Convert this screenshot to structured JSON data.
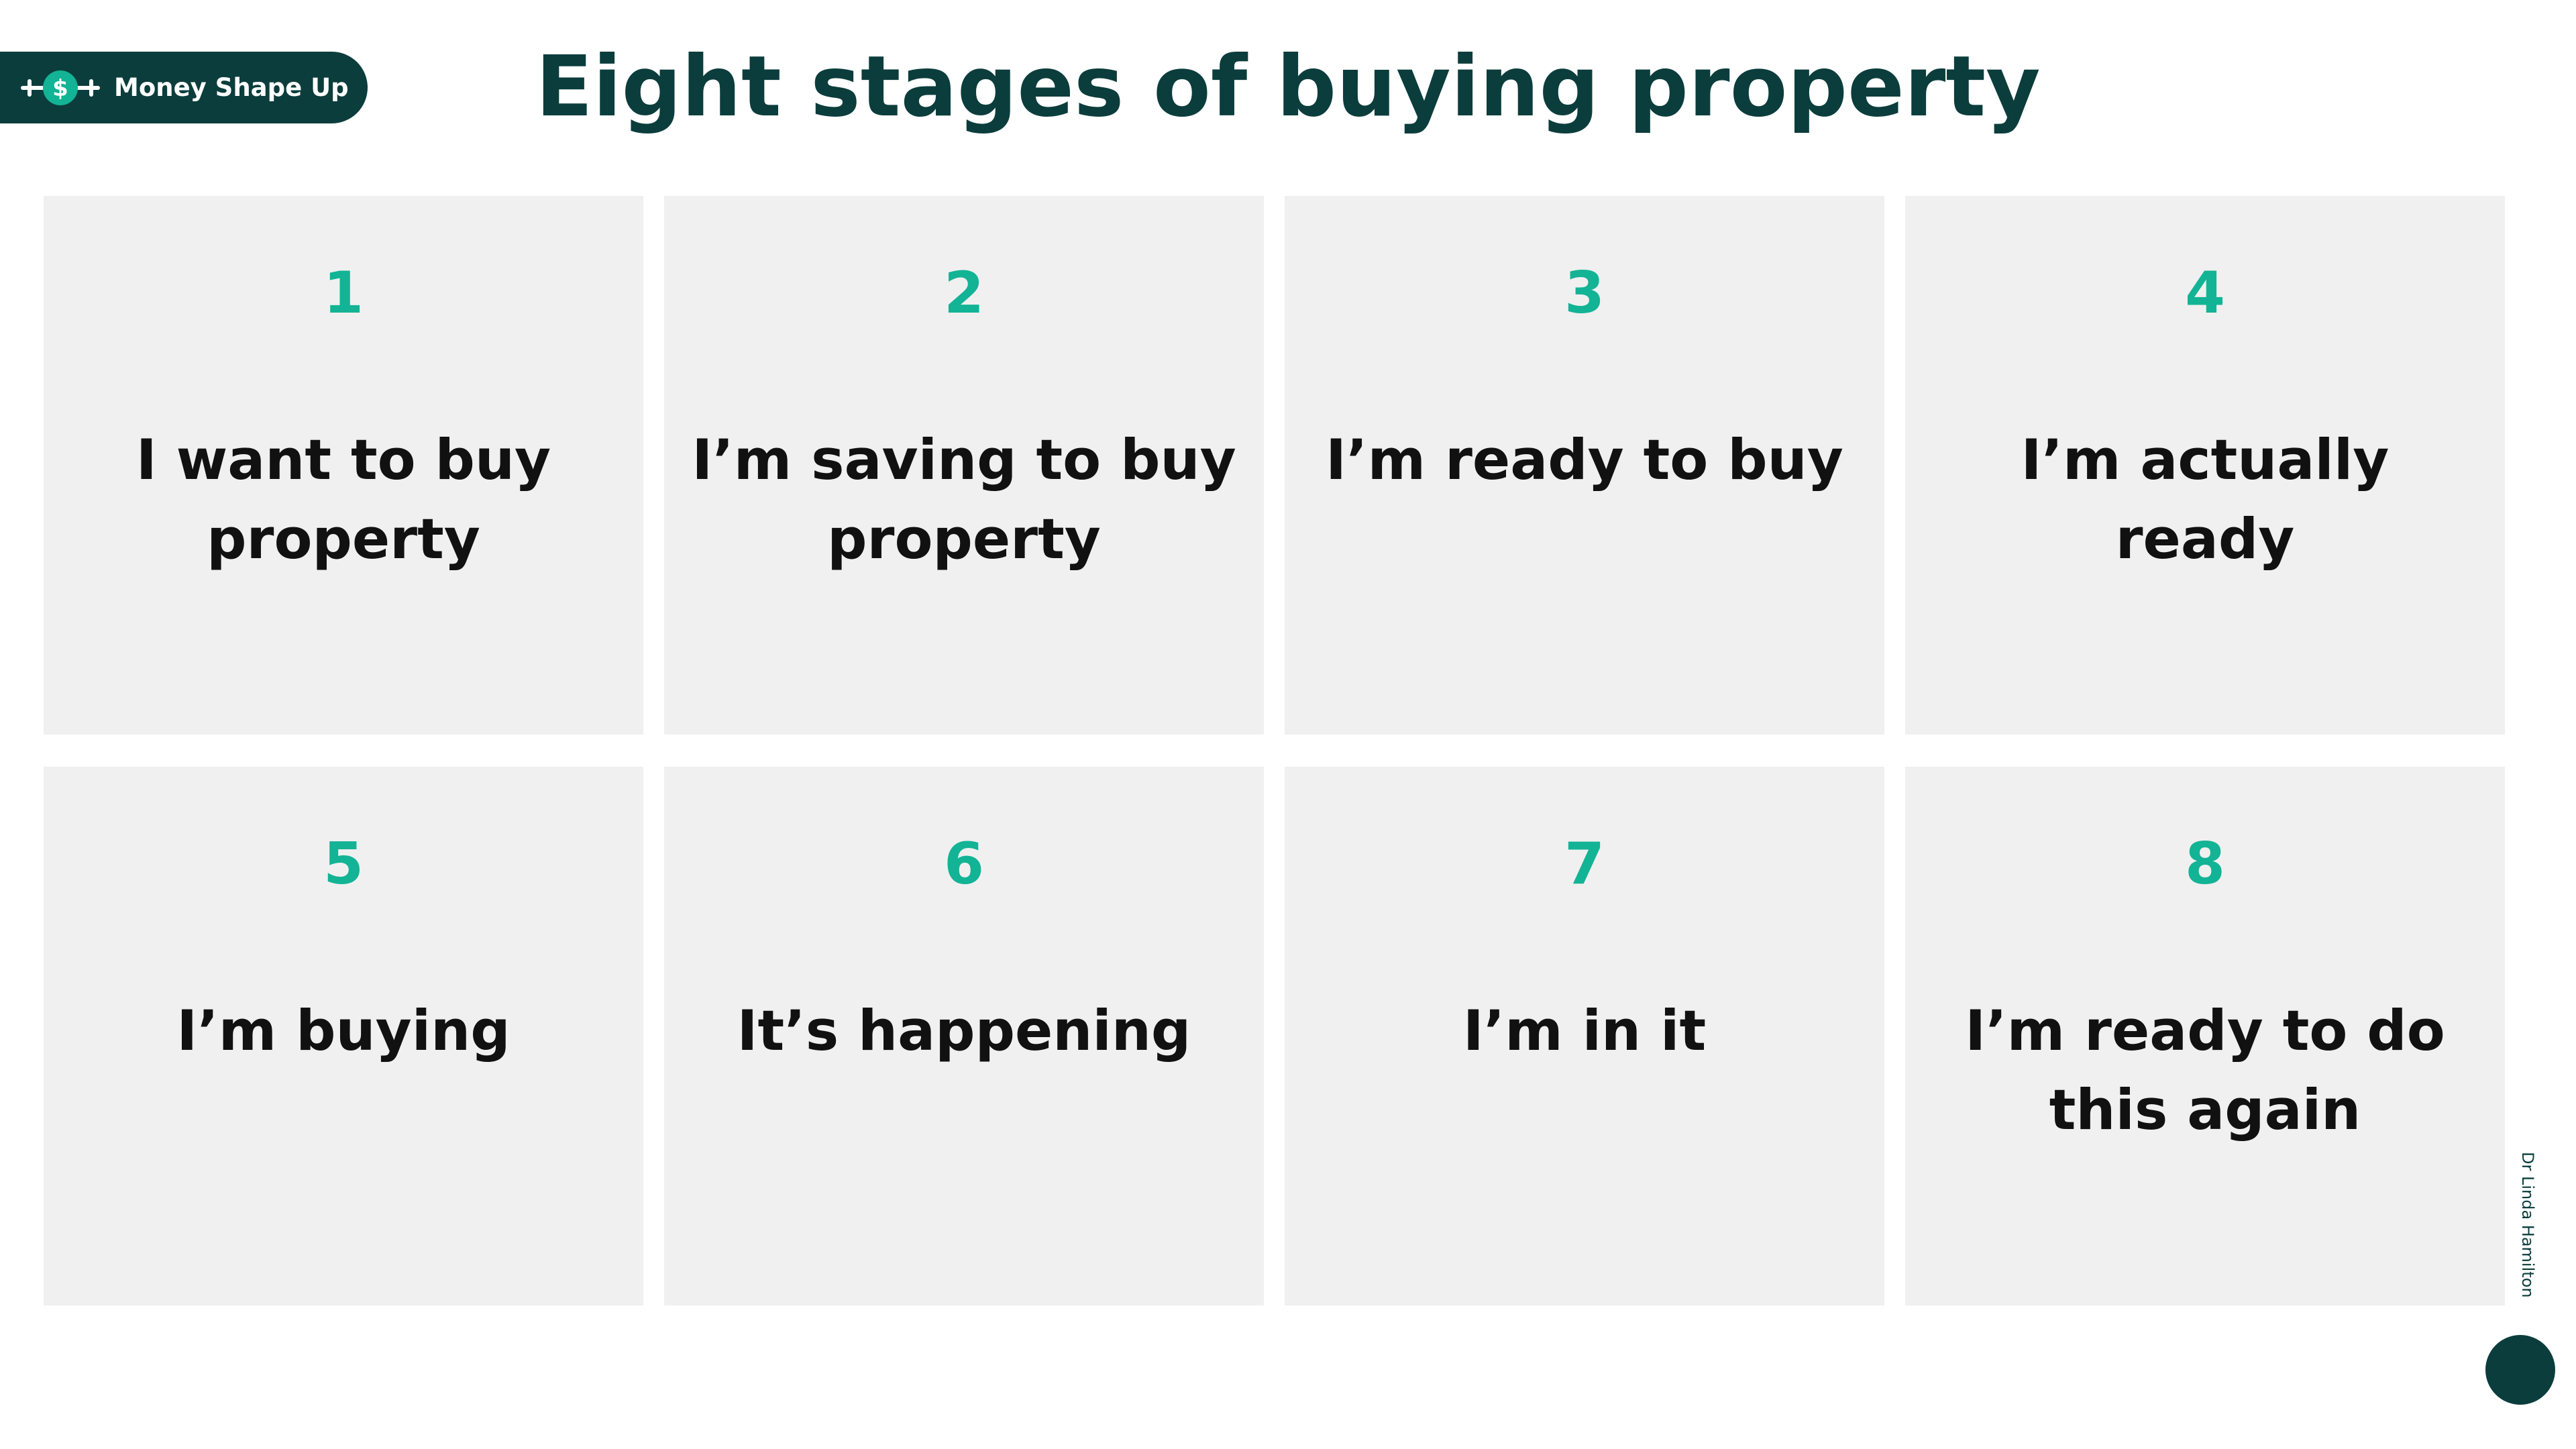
{
  "brand": {
    "name": "Money Shape Up",
    "icon": "dollar-coin-icon"
  },
  "title": "Eight stages of buying property",
  "stages": [
    {
      "number": "1",
      "label": "I want to buy property"
    },
    {
      "number": "2",
      "label": "I’m saving to buy property"
    },
    {
      "number": "3",
      "label": "I’m ready to buy"
    },
    {
      "number": "4",
      "label": "I’m actually ready"
    },
    {
      "number": "5",
      "label": "I’m buying"
    },
    {
      "number": "6",
      "label": "It’s happening"
    },
    {
      "number": "7",
      "label": "I’m in it"
    },
    {
      "number": "8",
      "label": "I’m ready to do this again"
    }
  ],
  "author": "Dr Linda Hamilton",
  "colors": {
    "brand_dark": "#0b3d3c",
    "accent_teal": "#13b395",
    "card_bg": "#f0f0f0"
  }
}
